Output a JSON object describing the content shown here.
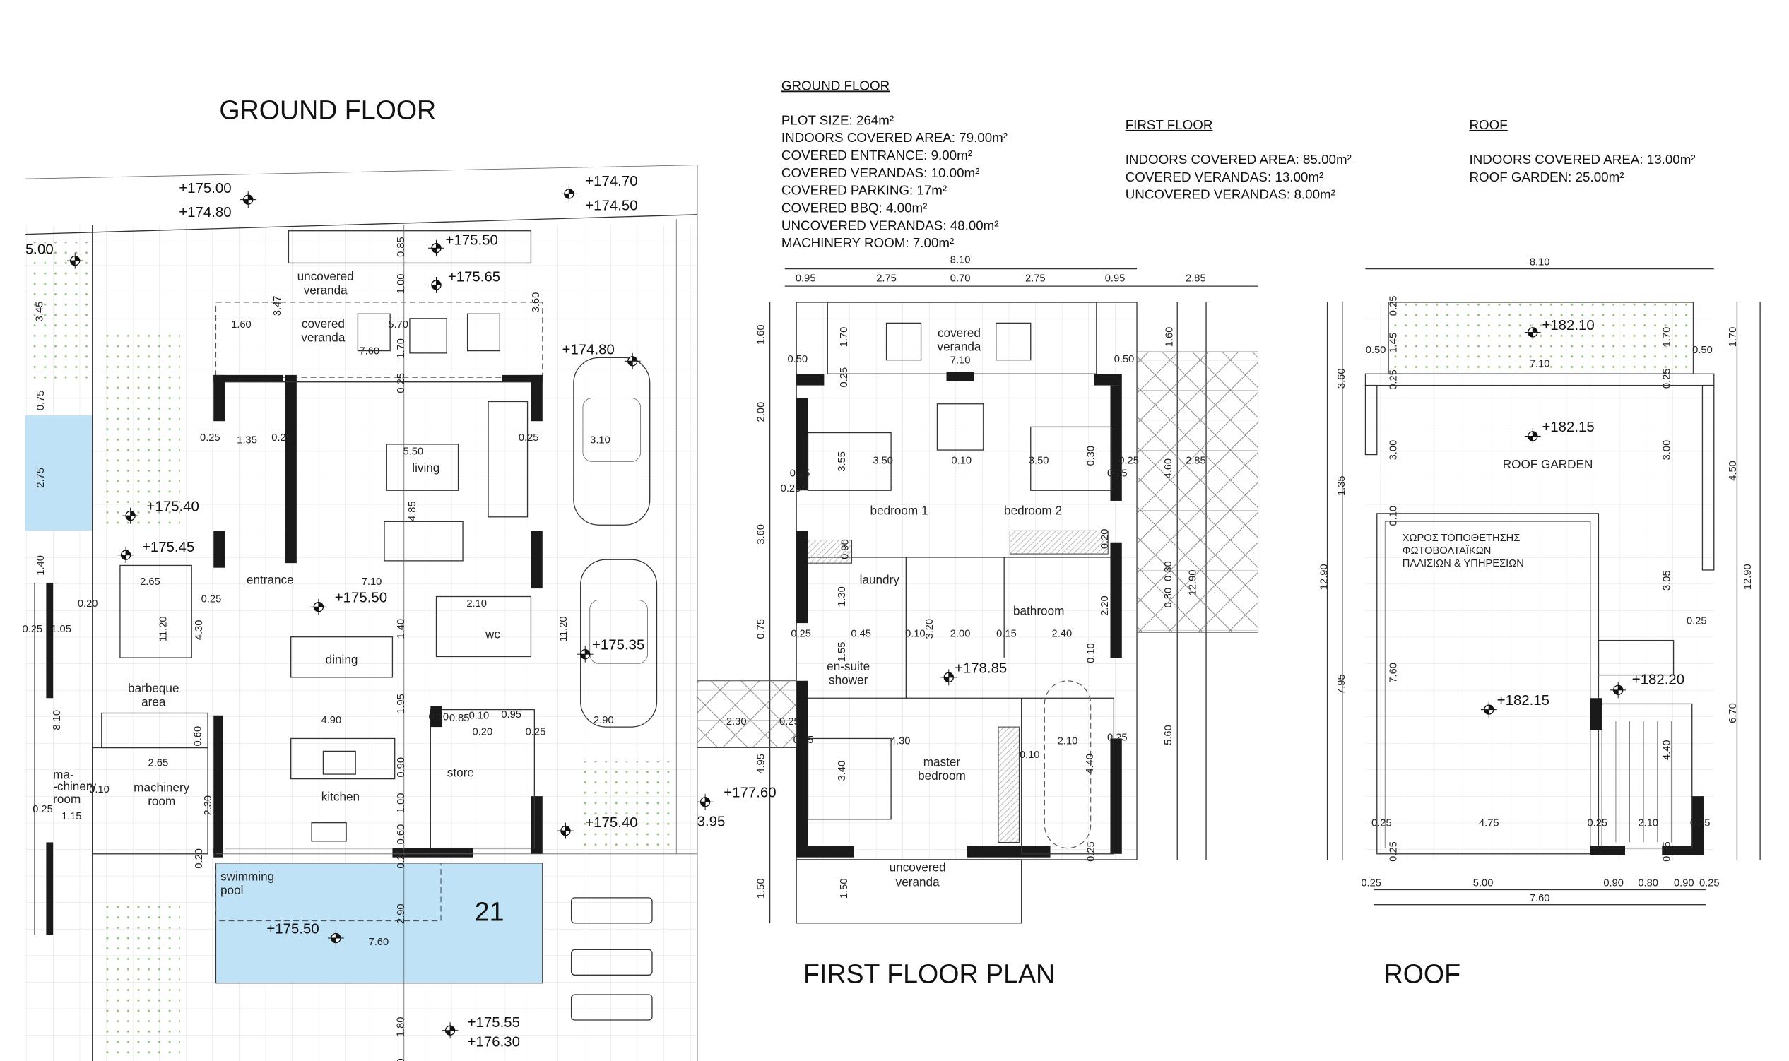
{
  "titles": {
    "ground_floor": "GROUND FLOOR",
    "first_floor": "FIRST FLOOR PLAN",
    "roof": "ROOF",
    "plot_number": "21"
  },
  "colors": {
    "pool": "#bfe2f6",
    "plot_number": "#d2401e",
    "garden_dots": "#8fbf7a"
  },
  "areas": {
    "ground": {
      "heading": "GROUND FLOOR",
      "lines": [
        "PLOT SIZE: 264m²",
        "INDOORS COVERED AREA: 79.00m²",
        "COVERED ENTRANCE: 9.00m²",
        "COVERED VERANDAS: 10.00m²",
        "COVERED PARKING: 17m²",
        "COVERED BBQ: 4.00m²",
        "UNCOVERED VERANDAS: 48.00m²",
        "MACHINERY ROOM: 7.00m²"
      ]
    },
    "first": {
      "heading": "FIRST FLOOR",
      "lines": [
        "INDOORS COVERED AREA: 85.00m²",
        "COVERED VERANDAS: 13.00m²",
        "UNCOVERED VERANDAS: 8.00m²"
      ]
    },
    "roof": {
      "heading": "ROOF",
      "lines": [
        "INDOORS COVERED AREA: 13.00m²",
        "ROOF GARDEN: 25.00m²"
      ]
    }
  },
  "rooms": {
    "ground": [
      "uncovered",
      "veranda",
      "covered",
      "veranda",
      "living",
      "entrance",
      "dining",
      "wc",
      "kitchen",
      "store",
      "barbeque",
      "area",
      "machinery",
      "room",
      "ma-",
      "-chinery",
      "room",
      "swimming",
      "pool"
    ],
    "first": [
      "covered",
      "veranda",
      "bedroom 1",
      "bedroom 2",
      "laundry",
      "bathroom",
      "en-suite",
      "shower",
      "master",
      "bedroom",
      "uncovered",
      "veranda"
    ],
    "roof": [
      "ROOF GARDEN",
      "ΧΩΡΟΣ ΤΟΠΟΘΕΤΗΣΗΣ",
      "ΦΩΤΟΒΟΛΤΑΪΚΩΝ",
      "ΠΛΑΙΣΙΩΝ & ΥΠΗΡΕΣΙΩΝ"
    ]
  },
  "levels": {
    "ground": [
      "+175.00",
      "+174.80",
      "+174.70",
      "+174.50",
      "5.00",
      "+175.50",
      "+175.65",
      "+174.80",
      "+175.40",
      "+175.45",
      "+175.50",
      "+175.35",
      "+175.40",
      "+175.50",
      "+175.55",
      "+176.30"
    ],
    "first": [
      "+178.85",
      "+177.60",
      "3.95"
    ],
    "roof": [
      "+182.10",
      "+182.15",
      "+182.20",
      "+182.15"
    ]
  },
  "dimensions": {
    "ground": [
      "0.85",
      "1.00",
      "3.47",
      "1.60",
      "5.70",
      "7.60",
      "1.70",
      "3.60",
      "0.25",
      "0.25",
      "1.35",
      "0.25",
      "0.25",
      "5.50",
      "3.10",
      "4.85",
      "2.65",
      "7.10",
      "2.10",
      "0.20",
      "0.25",
      "11.20",
      "4.30",
      "1.40",
      "11.20",
      "0.25",
      "1.05",
      "1.40",
      "3.45",
      "0.75",
      "2.75",
      "1.95",
      "8.10",
      "0.60",
      "0.10",
      "0.85",
      "0.10",
      "0.95",
      "0.20",
      "0.25",
      "2.90",
      "4.90",
      "0.90",
      "2.65",
      "0.10",
      "2.30",
      "1.00",
      "0.25",
      "1.15",
      "0.60",
      "0.20",
      "0.25",
      "2.90",
      "7.60",
      "1.80",
      "0.20"
    ],
    "first": [
      "8.10",
      "0.95",
      "2.75",
      "0.70",
      "2.75",
      "0.95",
      "2.85",
      "1.60",
      "1.70",
      "1.60",
      "0.50",
      "7.10",
      "0.50",
      "0.25",
      "2.00",
      "3.55",
      "3.50",
      "0.10",
      "3.50",
      "0.30",
      "0.25",
      "2.85",
      "4.60",
      "0.25",
      "0.25",
      "0.25",
      "3.60",
      "0.90",
      "0.20",
      "0.30",
      "0.80",
      "12.90",
      "1.30",
      "2.20",
      "3.20",
      "0.75",
      "0.25",
      "0.45",
      "1.55",
      "0.10",
      "2.00",
      "0.15",
      "2.40",
      "0.10",
      "2.30",
      "0.25",
      "2.10",
      "0.25",
      "5.60",
      "4.30",
      "0.10",
      "0.25",
      "4.95",
      "3.40",
      "4.40",
      "0.25",
      "1.50",
      "1.50"
    ],
    "roof": [
      "8.10",
      "0.25",
      "1.45",
      "1.70",
      "1.70",
      "0.50",
      "0.50",
      "7.10",
      "0.25",
      "0.25",
      "3.60",
      "3.00",
      "3.00",
      "4.50",
      "1.35",
      "0.10",
      "12.90",
      "12.90",
      "3.05",
      "0.25",
      "7.95",
      "7.60",
      "6.70",
      "4.40",
      "0.25",
      "4.75",
      "0.25",
      "2.10",
      "0.25",
      "0.25",
      "0.25",
      "0.25",
      "5.00",
      "0.90",
      "0.80",
      "0.90",
      "0.25",
      "7.60"
    ]
  }
}
